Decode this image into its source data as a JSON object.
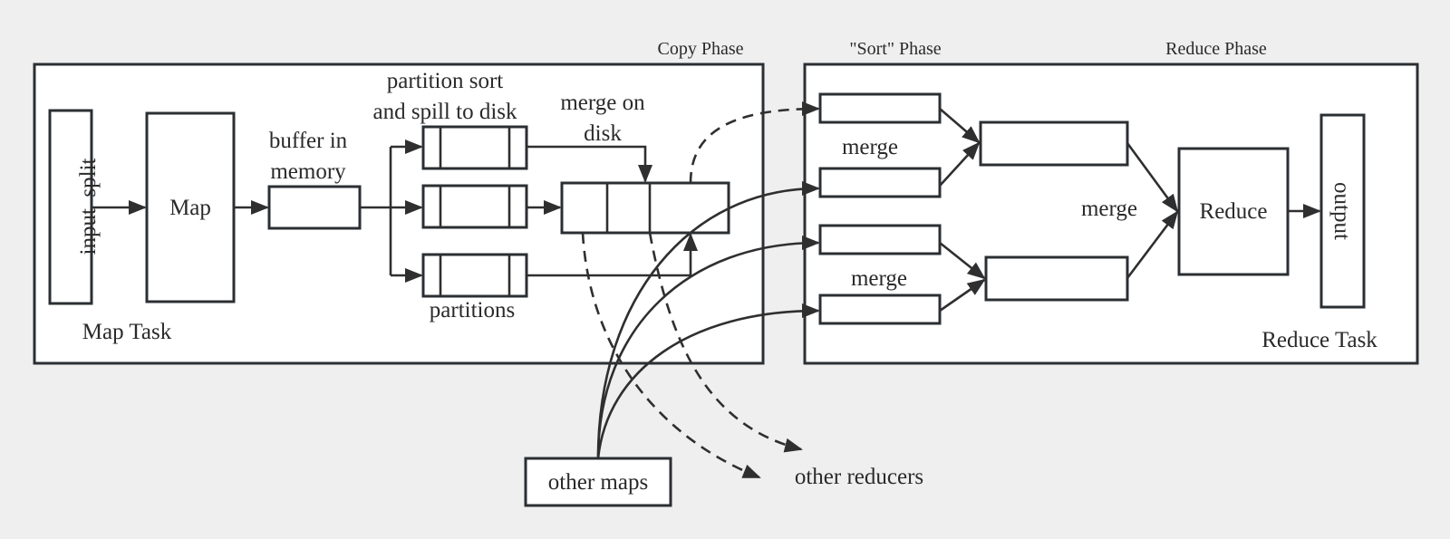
{
  "phases": {
    "copy": "Copy Phase",
    "sort": "\"Sort\" Phase",
    "reduce": "Reduce Phase"
  },
  "map_task": {
    "title": "Map Task",
    "input_split": "input  split",
    "map": "Map",
    "buffer": [
      "buffer in",
      "memory"
    ],
    "partition_sort": [
      "partition sort",
      "and spill to disk"
    ],
    "merge_on_disk": [
      "merge on",
      "disk"
    ],
    "partitions": "partitions"
  },
  "reduce_task": {
    "title": "Reduce Task",
    "merge_top": "merge",
    "merge_bottom": "merge",
    "merge_mid": "merge",
    "reduce": "Reduce",
    "output": "output"
  },
  "external": {
    "other_maps": "other maps",
    "other_reducers": "other reducers"
  },
  "colors": {
    "background": "#efefef",
    "stroke": "#2b2f33",
    "box_fill": "#ffffff"
  }
}
